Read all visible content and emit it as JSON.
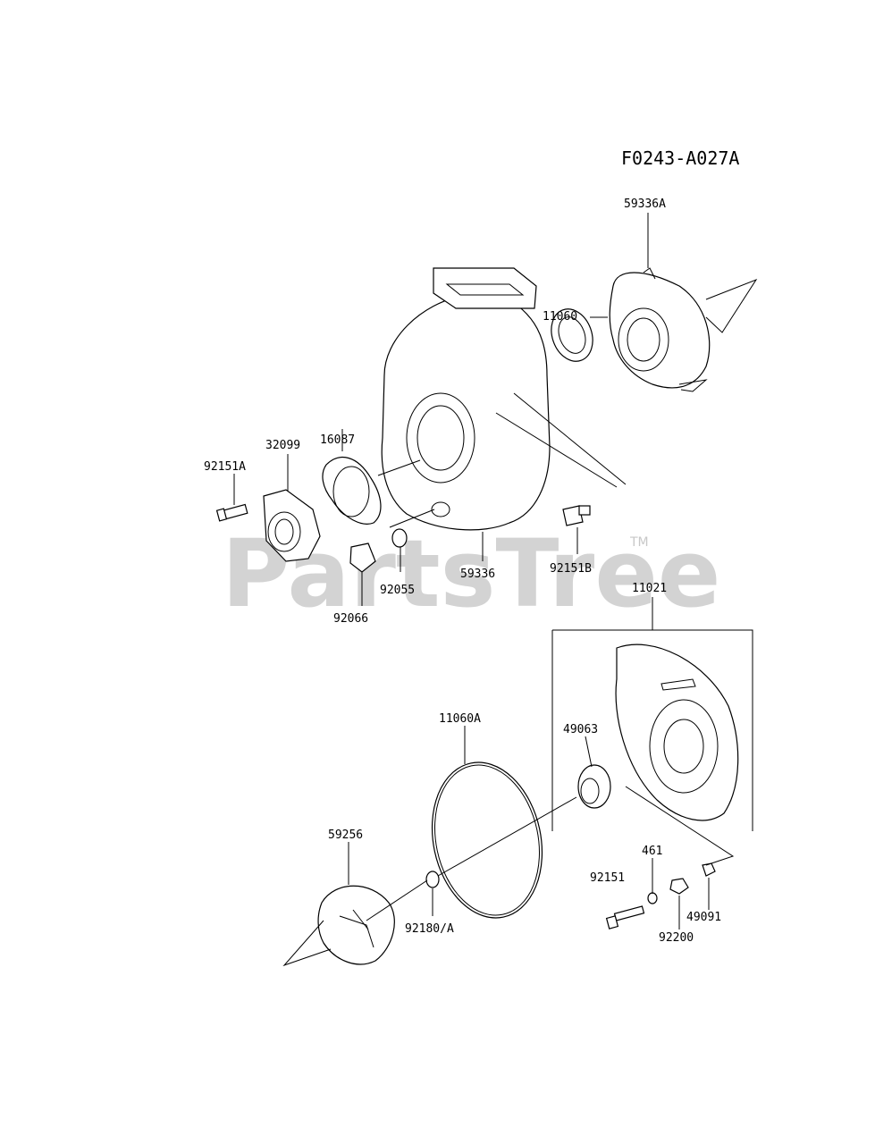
{
  "diagram_code": "F0243-A027A",
  "watermark": {
    "text": "PartsTree",
    "trademark": "TM"
  },
  "parts": [
    {
      "id": "59336A"
    },
    {
      "id": "11060"
    },
    {
      "id": "16087"
    },
    {
      "id": "32099"
    },
    {
      "id": "92151A"
    },
    {
      "id": "92151B"
    },
    {
      "id": "92055"
    },
    {
      "id": "59336"
    },
    {
      "id": "92066"
    },
    {
      "id": "11021"
    },
    {
      "id": "11060A"
    },
    {
      "id": "49063"
    },
    {
      "id": "59256"
    },
    {
      "id": "461"
    },
    {
      "id": "92151"
    },
    {
      "id": "92180/A"
    },
    {
      "id": "49091"
    },
    {
      "id": "92200"
    }
  ]
}
